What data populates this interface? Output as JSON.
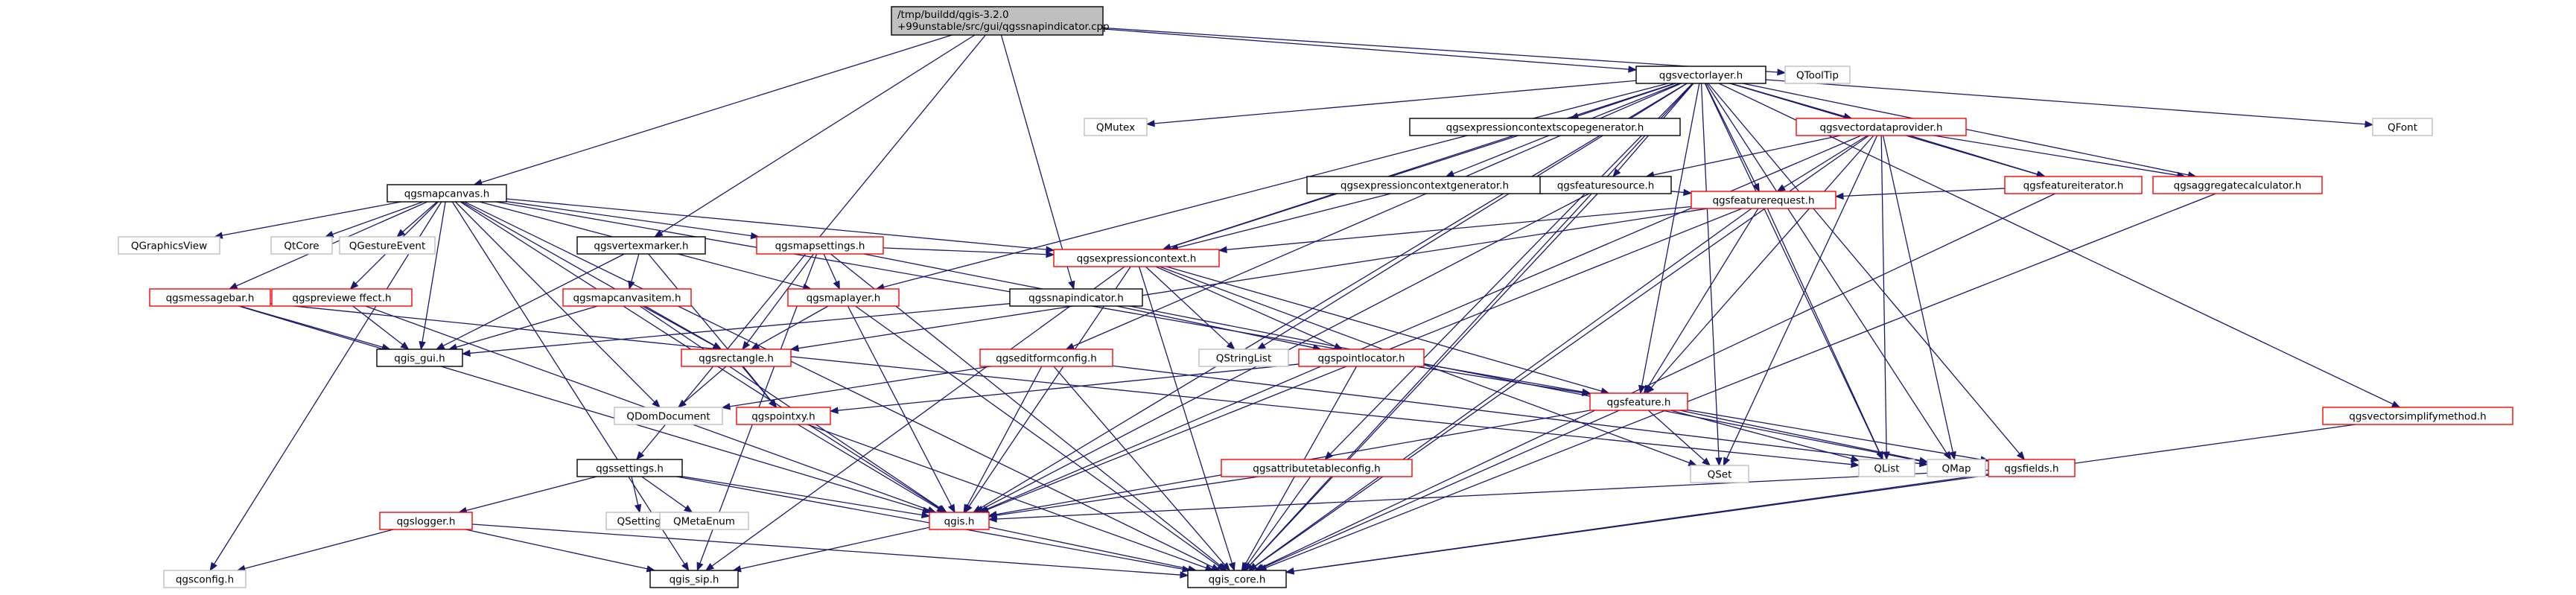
{
  "diagram": {
    "type": "include-dependency-graph",
    "root_node": "qgssnapindicator.cpp",
    "colors": {
      "root_fill": "#bfbfbf",
      "root_border": "#000000",
      "documented_border": "#000000",
      "undocumented_border": "#ff0000",
      "system_border": "#bfbfbf",
      "system_text": "#000000",
      "edge": "#191970",
      "background": "#ffffff"
    },
    "nodes": [
      {
        "id": "root",
        "label": "/tmp/buildd/qgis-3.2.0\n+99unstable/src/gui/qgssnapindicator.cpp",
        "style": "root"
      },
      {
        "id": "vectorlayer",
        "label": "qgsvectorlayer.h",
        "style": "documented"
      },
      {
        "id": "qtooltip",
        "label": "QToolTip",
        "style": "system"
      },
      {
        "id": "mapcanvas",
        "label": "qgsmapcanvas.h",
        "style": "documented"
      },
      {
        "id": "vertexmarker",
        "label": "qgsvertexmarker.h",
        "style": "documented"
      },
      {
        "id": "snapindicator",
        "label": "qgssnapindicator.h",
        "style": "documented"
      },
      {
        "id": "qmutex",
        "label": "QMutex",
        "style": "system"
      },
      {
        "id": "scopegen",
        "label": "qgsexpressioncontextscopegenerator.h",
        "style": "documented"
      },
      {
        "id": "dataprovider",
        "label": "qgsvectordataprovider.h",
        "style": "undocumented"
      },
      {
        "id": "qfont",
        "label": "QFont",
        "style": "system"
      },
      {
        "id": "contextgen",
        "label": "qgsexpressioncontextgenerator.h",
        "style": "documented"
      },
      {
        "id": "featuresource",
        "label": "qgsfeaturesource.h",
        "style": "documented"
      },
      {
        "id": "featureiterator",
        "label": "qgsfeatureiterator.h",
        "style": "undocumented"
      },
      {
        "id": "aggregatecalc",
        "label": "qgsaggregatecalculator.h",
        "style": "undocumented"
      },
      {
        "id": "featurerequest",
        "label": "qgsfeaturerequest.h",
        "style": "undocumented"
      },
      {
        "id": "qgraphicsview",
        "label": "QGraphicsView",
        "style": "system"
      },
      {
        "id": "qtcore",
        "label": "QtCore",
        "style": "system"
      },
      {
        "id": "qgestureevent",
        "label": "QGestureEvent",
        "style": "system"
      },
      {
        "id": "mapsettings",
        "label": "qgsmapsettings.h",
        "style": "undocumented"
      },
      {
        "id": "expressioncontext",
        "label": "qgsexpressioncontext.h",
        "style": "undocumented"
      },
      {
        "id": "messagebar",
        "label": "qgsmessagebar.h",
        "style": "undocumented"
      },
      {
        "id": "previeweffect",
        "label": "qgspreviewe ffect.h",
        "style": "undocumented"
      },
      {
        "id": "mapcanvasitem",
        "label": "qgsmapcanvasitem.h",
        "style": "undocumented"
      },
      {
        "id": "maplayer",
        "label": "qgsmaplayer.h",
        "style": "undocumented"
      },
      {
        "id": "qgis_gui",
        "label": "qgis_gui.h",
        "style": "documented"
      },
      {
        "id": "rectangle",
        "label": "qgsrectangle.h",
        "style": "undocumented"
      },
      {
        "id": "editformconfig",
        "label": "qgseditformconfig.h",
        "style": "undocumented"
      },
      {
        "id": "qstringlist",
        "label": "QStringList",
        "style": "system"
      },
      {
        "id": "pointlocator",
        "label": "qgspointlocator.h",
        "style": "undocumented"
      },
      {
        "id": "qdomdocument",
        "label": "QDomDocument",
        "style": "system"
      },
      {
        "id": "pointxy",
        "label": "qgspointxy.h",
        "style": "undocumented"
      },
      {
        "id": "feature",
        "label": "qgsfeature.h",
        "style": "undocumented"
      },
      {
        "id": "vectorsimplify",
        "label": "qgsvectorsimplifymethod.h",
        "style": "undocumented"
      },
      {
        "id": "attrtableconfig",
        "label": "qgsattributetableconfig.h",
        "style": "undocumented"
      },
      {
        "id": "qset",
        "label": "QSet",
        "style": "system"
      },
      {
        "id": "qlist",
        "label": "QList",
        "style": "system"
      },
      {
        "id": "qmap",
        "label": "QMap",
        "style": "system"
      },
      {
        "id": "fields",
        "label": "qgsfields.h",
        "style": "undocumented"
      },
      {
        "id": "qgssettings",
        "label": "qgssettings.h",
        "style": "documented"
      },
      {
        "id": "qsettings",
        "label": "QSettings",
        "style": "system"
      },
      {
        "id": "qmetaenum",
        "label": "QMetaEnum",
        "style": "system"
      },
      {
        "id": "logger",
        "label": "qgslogger.h",
        "style": "undocumented"
      },
      {
        "id": "qgis_h",
        "label": "qgis.h",
        "style": "undocumented"
      },
      {
        "id": "config",
        "label": "qgsconfig.h",
        "style": "system"
      },
      {
        "id": "qgis_sip",
        "label": "qgis_sip.h",
        "style": "documented"
      },
      {
        "id": "qgis_core",
        "label": "qgis_core.h",
        "style": "documented"
      }
    ]
  }
}
